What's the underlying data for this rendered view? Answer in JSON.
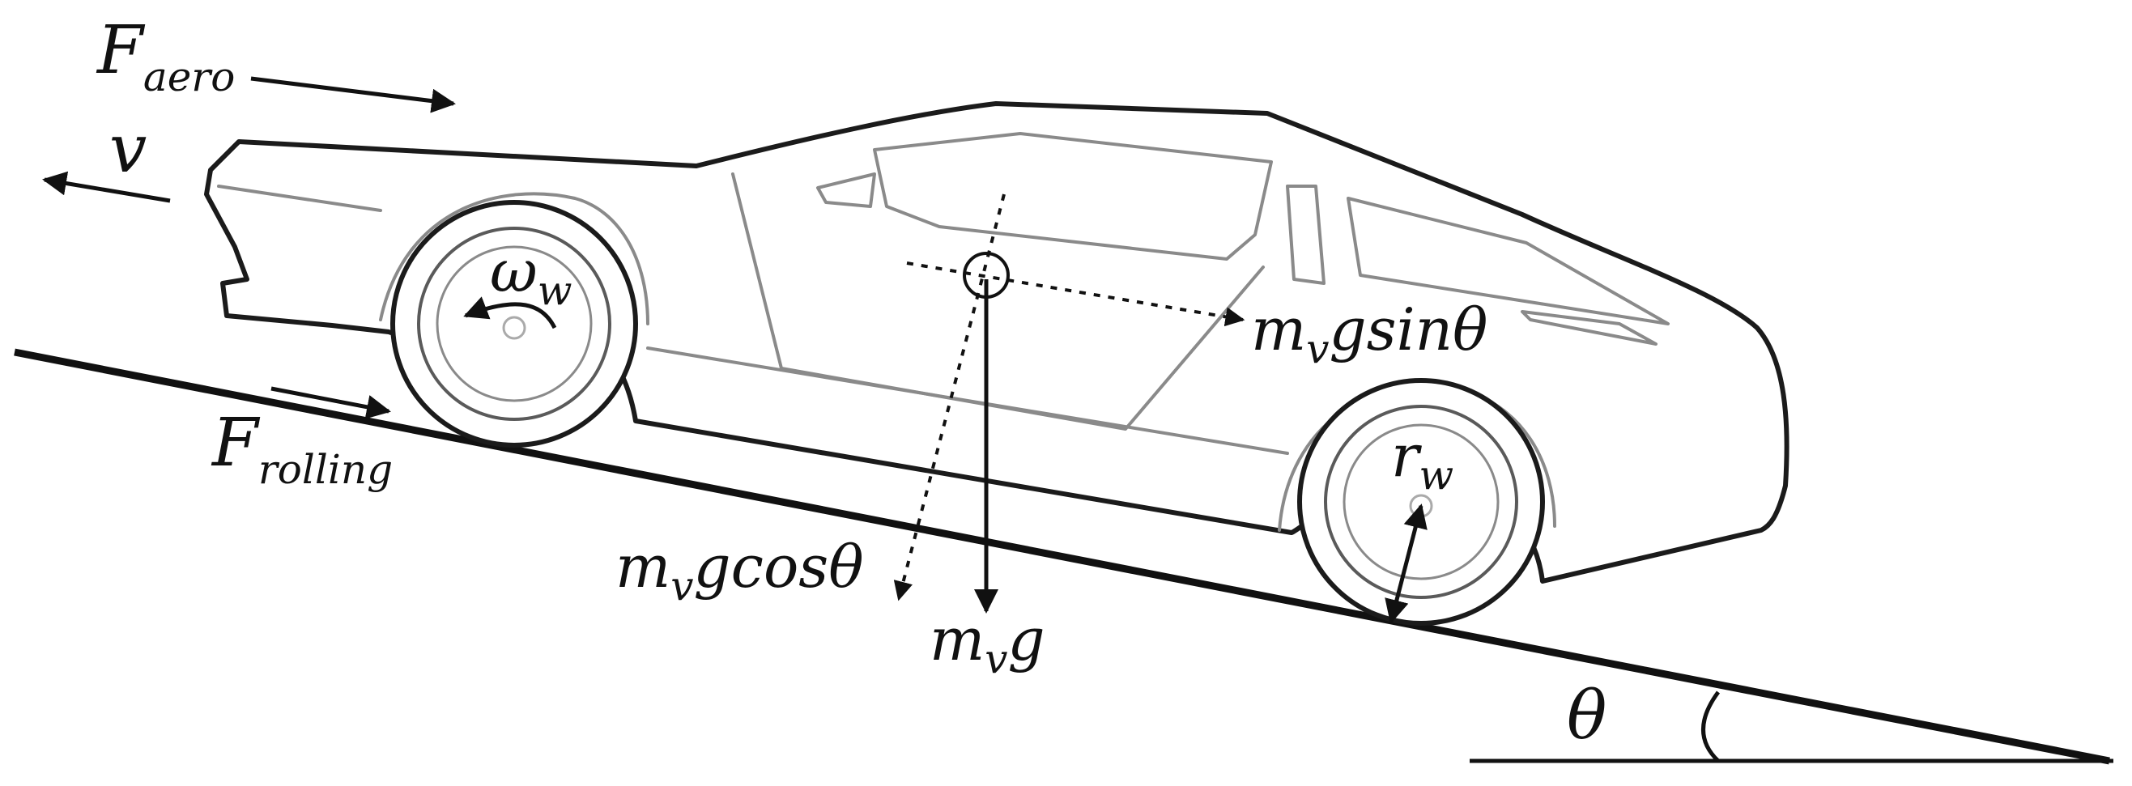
{
  "labels": {
    "f_aero": {
      "main": "F",
      "sub": "aero"
    },
    "velocity": "v",
    "omega_w": {
      "main": "ω",
      "sub": "w"
    },
    "f_rolling": {
      "main": "F",
      "sub": "rolling"
    },
    "mvg_sin": {
      "pre": "m",
      "sub": "v",
      "post": "gsinθ"
    },
    "mvg_cos": {
      "pre": "m",
      "sub": "v",
      "post": "gcosθ"
    },
    "mvg": {
      "pre": "m",
      "sub": "v",
      "post": "g"
    },
    "r_w": {
      "main": "r",
      "sub": "w"
    },
    "theta": "θ"
  },
  "colors": {
    "ink": "#111111",
    "car_outline": "#1b1b1b",
    "car_detail": "#8a8a8a",
    "background": "#ffffff"
  }
}
